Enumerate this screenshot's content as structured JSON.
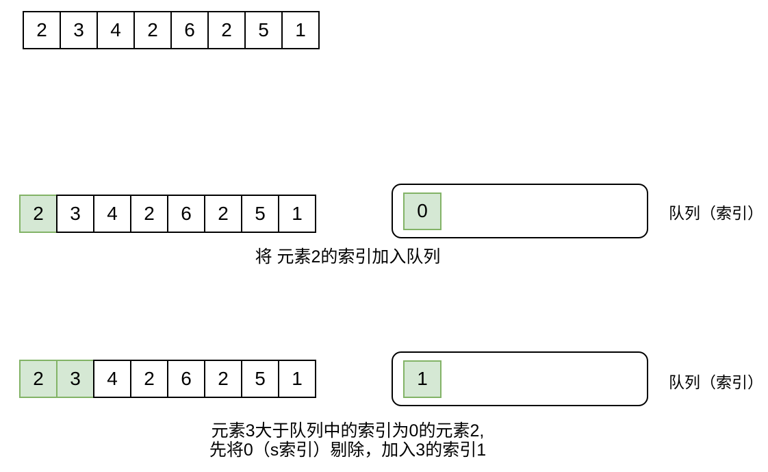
{
  "colors": {
    "highlight_fill": "#d5e8d4",
    "highlight_border": "#82b366",
    "line_color": "#000000"
  },
  "initial_array": {
    "values": [
      "2",
      "3",
      "4",
      "2",
      "6",
      "2",
      "5",
      "1"
    ],
    "highlight_count": 0
  },
  "steps": [
    {
      "array": {
        "values": [
          "2",
          "3",
          "4",
          "2",
          "6",
          "2",
          "5",
          "1"
        ],
        "highlight_count": 1
      },
      "queue_items": [
        "0"
      ],
      "queue_label": "队列（索引）",
      "caption_lines": [
        "将 元素2的索引加入队列"
      ]
    },
    {
      "array": {
        "values": [
          "2",
          "3",
          "4",
          "2",
          "6",
          "2",
          "5",
          "1"
        ],
        "highlight_count": 2
      },
      "queue_items": [
        "1"
      ],
      "queue_label": "队列（索引）",
      "caption_lines": [
        "元素3大于队列中的索引为0的元素2,",
        "先将0（s索引）剔除，加入3的索引1"
      ]
    }
  ]
}
